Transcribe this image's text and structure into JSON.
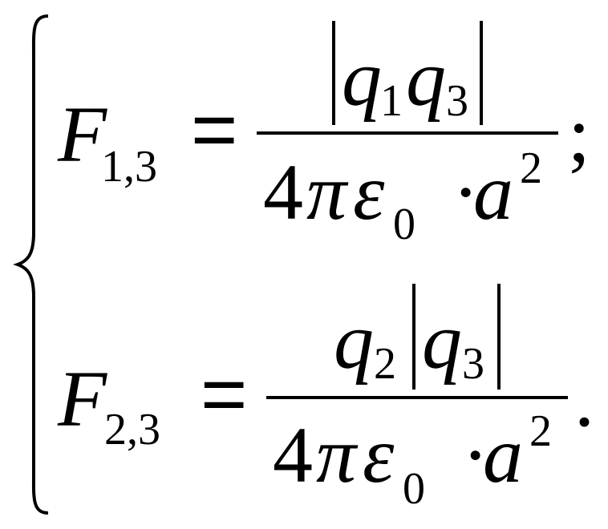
{
  "equations": [
    {
      "lhs_symbol": "F",
      "lhs_subscript": "1,3",
      "equals": "=",
      "num_q_a": "q",
      "num_q_a_sub": "1",
      "num_q_b": "q",
      "num_q_b_sub": "3",
      "den_coef": "4",
      "den_pi": "π",
      "den_eps": "ε",
      "den_eps_sub": "0",
      "den_dot": "·",
      "den_a": "a",
      "den_a_sup": "2",
      "terminator": ";"
    },
    {
      "lhs_symbol": "F",
      "lhs_subscript": "2,3",
      "equals": "=",
      "num_q_a": "q",
      "num_q_a_sub": "2",
      "num_q_b": "q",
      "num_q_b_sub": "3",
      "den_coef": "4",
      "den_pi": "π",
      "den_eps": "ε",
      "den_eps_sub": "0",
      "den_dot": "·",
      "den_a": "a",
      "den_a_sup": "2",
      "terminator": "."
    }
  ]
}
